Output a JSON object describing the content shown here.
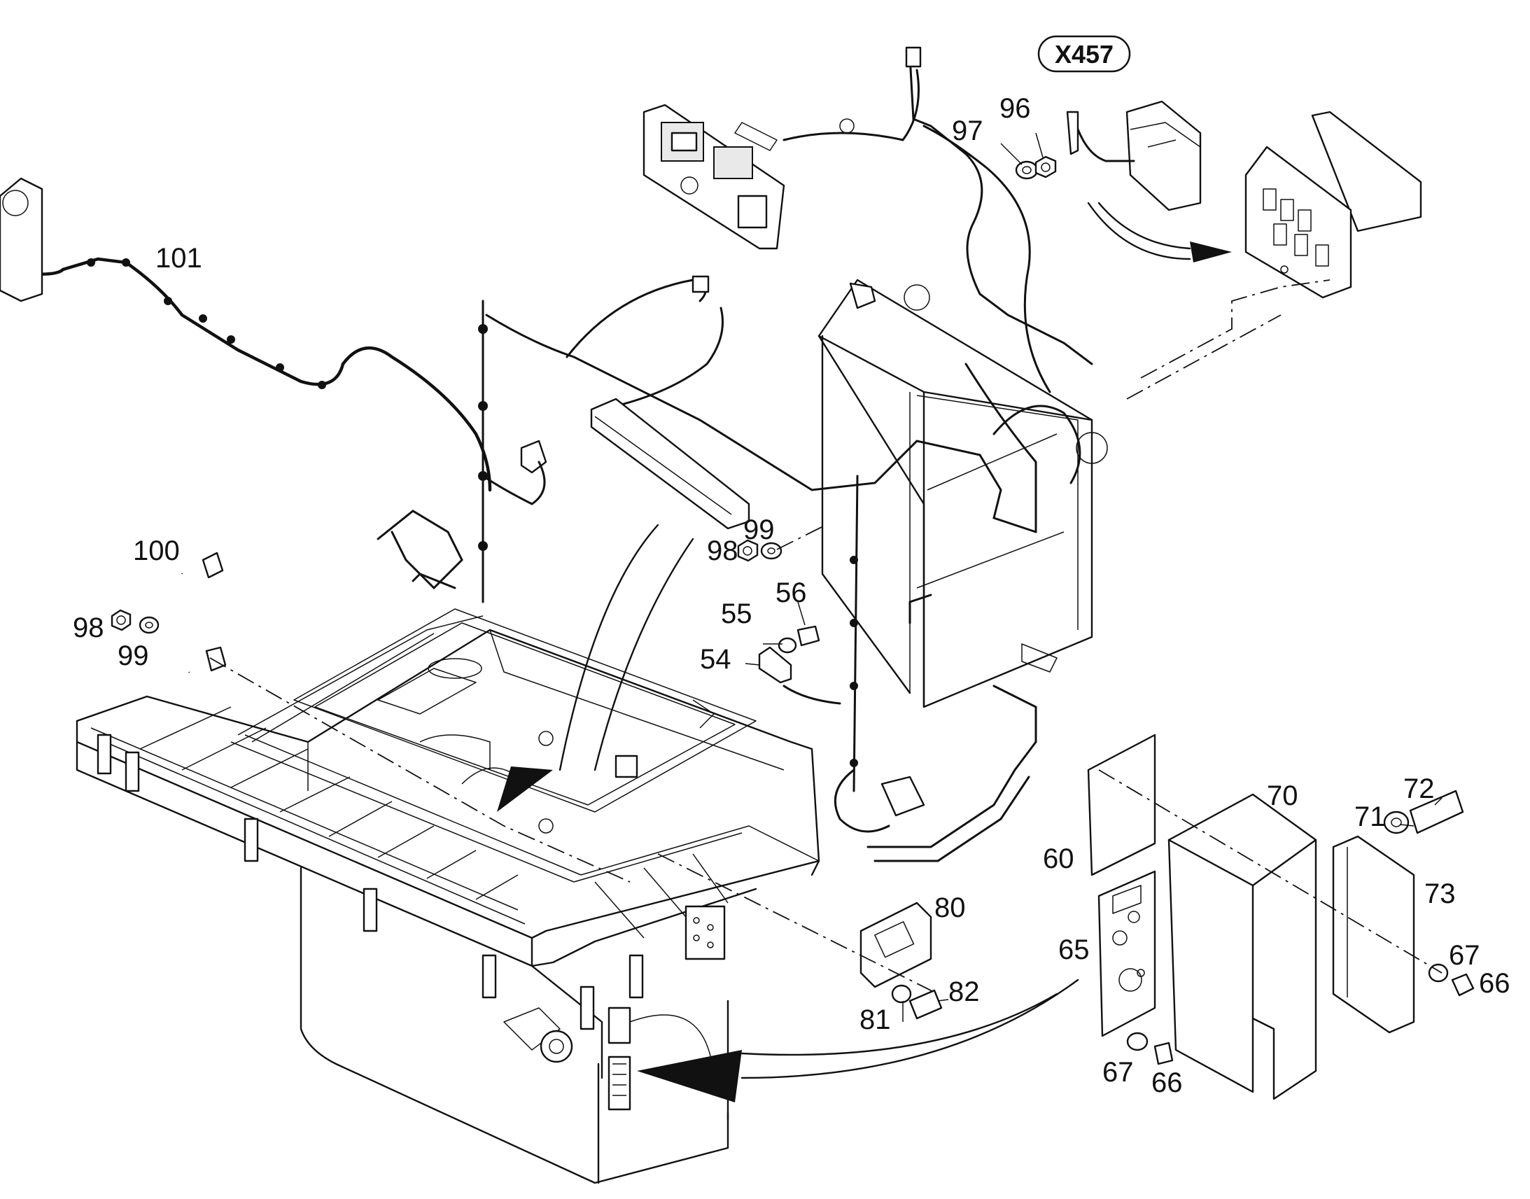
{
  "callout_label": "X457",
  "part_labels": {
    "p54": "54",
    "p55": "55",
    "p56": "56",
    "p60": "60",
    "p65": "65",
    "p66a": "66",
    "p66b": "66",
    "p67a": "67",
    "p67b": "67",
    "p70": "70",
    "p71": "71",
    "p72": "72",
    "p73": "73",
    "p80": "80",
    "p81": "81",
    "p82": "82",
    "p96": "96",
    "p97": "97",
    "p98a": "98",
    "p98b": "98",
    "p99a": "99",
    "p99b": "99",
    "p100": "100",
    "p101": "101"
  }
}
